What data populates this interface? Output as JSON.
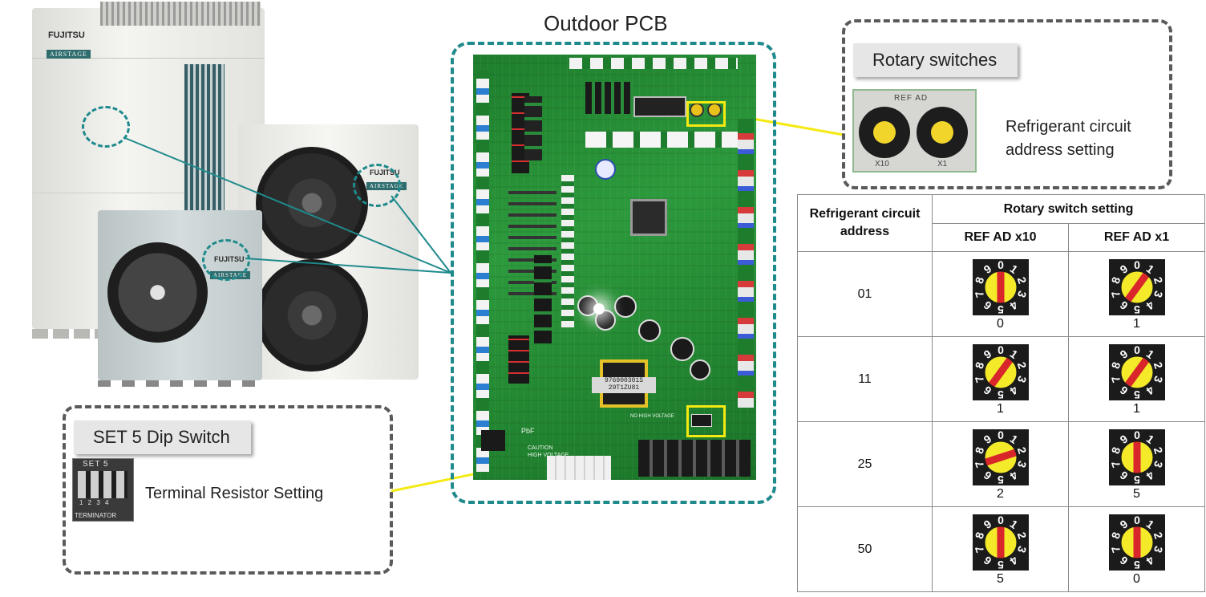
{
  "units": {
    "brand": "FUJITSU",
    "series": "AIRSTAGE"
  },
  "pcb": {
    "title": "Outdoor PCB",
    "board_text": [
      "976900301S",
      "29T1ZU81",
      "PbF",
      "CAUTION",
      "HIGH VOLTAGE",
      "NO HIGH VOLTAGE"
    ]
  },
  "rotary": {
    "tag": "Rotary switches",
    "desc_line1": "Refrigerant  circuit",
    "desc_line2": "address setting",
    "photo_header": "REF AD",
    "photo_left": "X10",
    "photo_right": "X1"
  },
  "dip": {
    "tag": "SET 5 Dip Switch",
    "desc": "Terminal Resistor Setting",
    "photo_top": "SET 5",
    "photo_bottom": "TERMINATOR",
    "photo_nums": "1 2 3 4"
  },
  "table": {
    "col1_header": "Refrigerant circuit address",
    "group_header": "Rotary switch setting",
    "sub_headers": [
      "REF AD x10",
      "REF AD x1"
    ],
    "rows": [
      {
        "address": "01",
        "x10": 0,
        "x1": 1
      },
      {
        "address": "11",
        "x10": 1,
        "x1": 1
      },
      {
        "address": "25",
        "x10": 2,
        "x1": 5
      },
      {
        "address": "50",
        "x10": 5,
        "x1": 0
      }
    ]
  },
  "colors": {
    "teal": "#1f8a8c",
    "yellow": "#f4ea12",
    "callout_border": "#5a5a5a"
  }
}
